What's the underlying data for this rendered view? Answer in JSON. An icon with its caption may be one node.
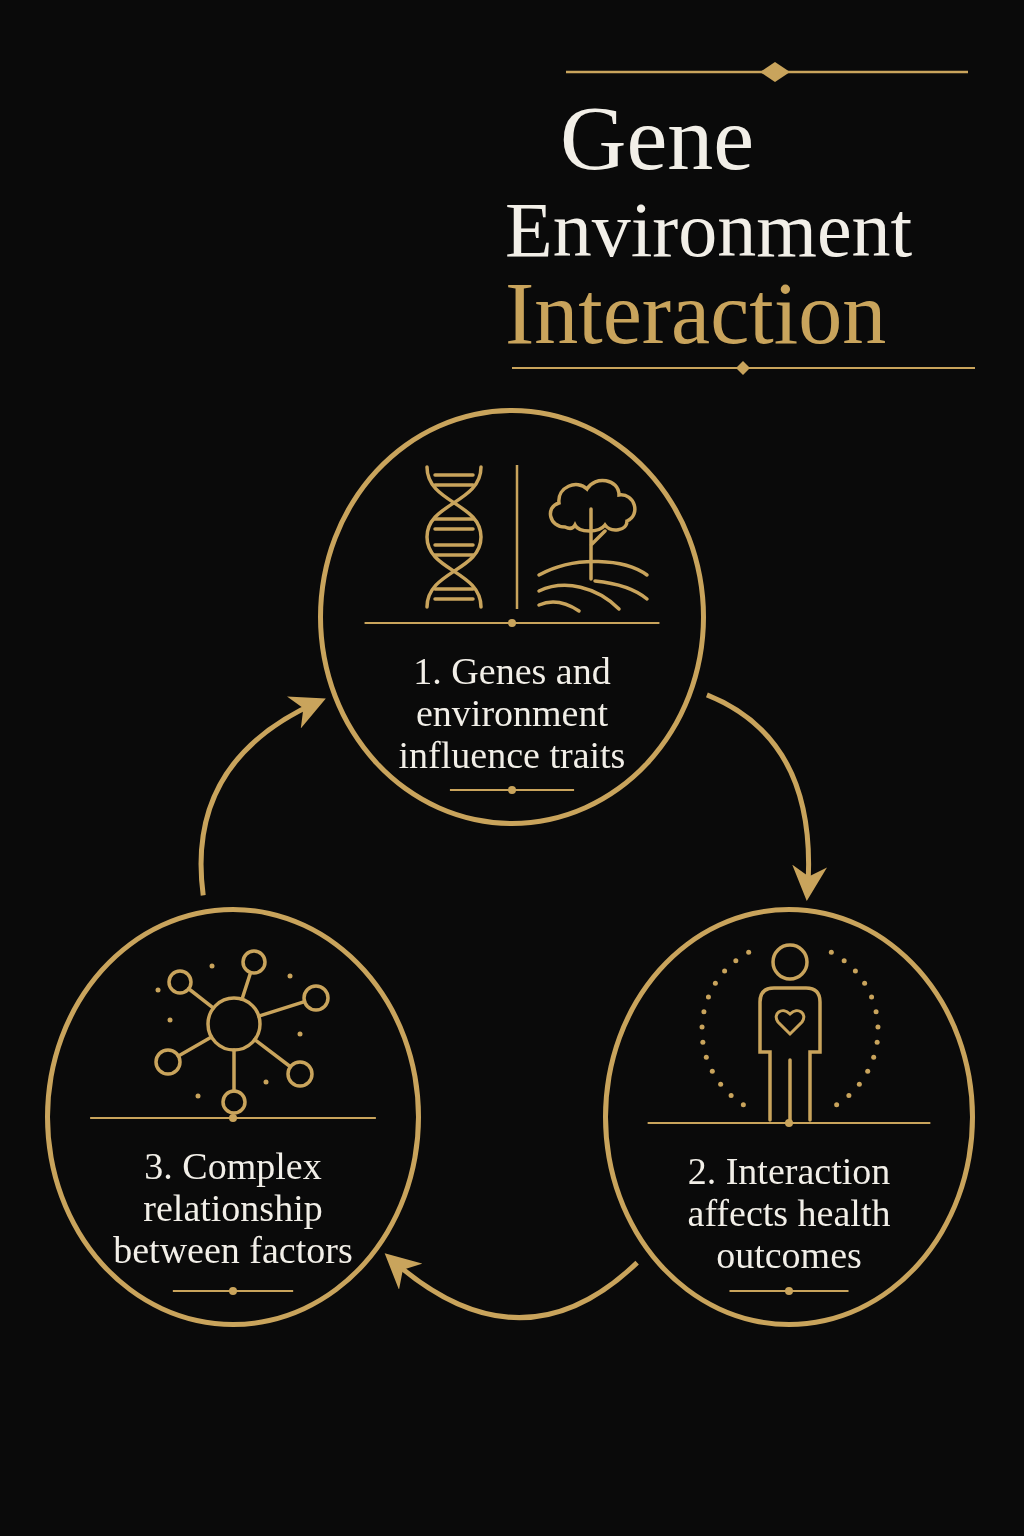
{
  "diagram": {
    "title": "Gene Environment Interaction",
    "nodes": [
      {
        "text": [
          "1. Genes and environment influence traits"
        ]
      },
      {
        "text": [
          "2. Interaction affects health outcomes"
        ]
      },
      {
        "text": [
          "3. Complex relationship between factors"
        ]
      }
    ],
    "edges": [
      {
        "from": 0,
        "to": 1,
        "arrow": "to"
      },
      {
        "from": 1,
        "to": 2,
        "arrow": "to"
      },
      {
        "from": 2,
        "to": 0,
        "arrow": "to"
      }
    ]
  }
}
